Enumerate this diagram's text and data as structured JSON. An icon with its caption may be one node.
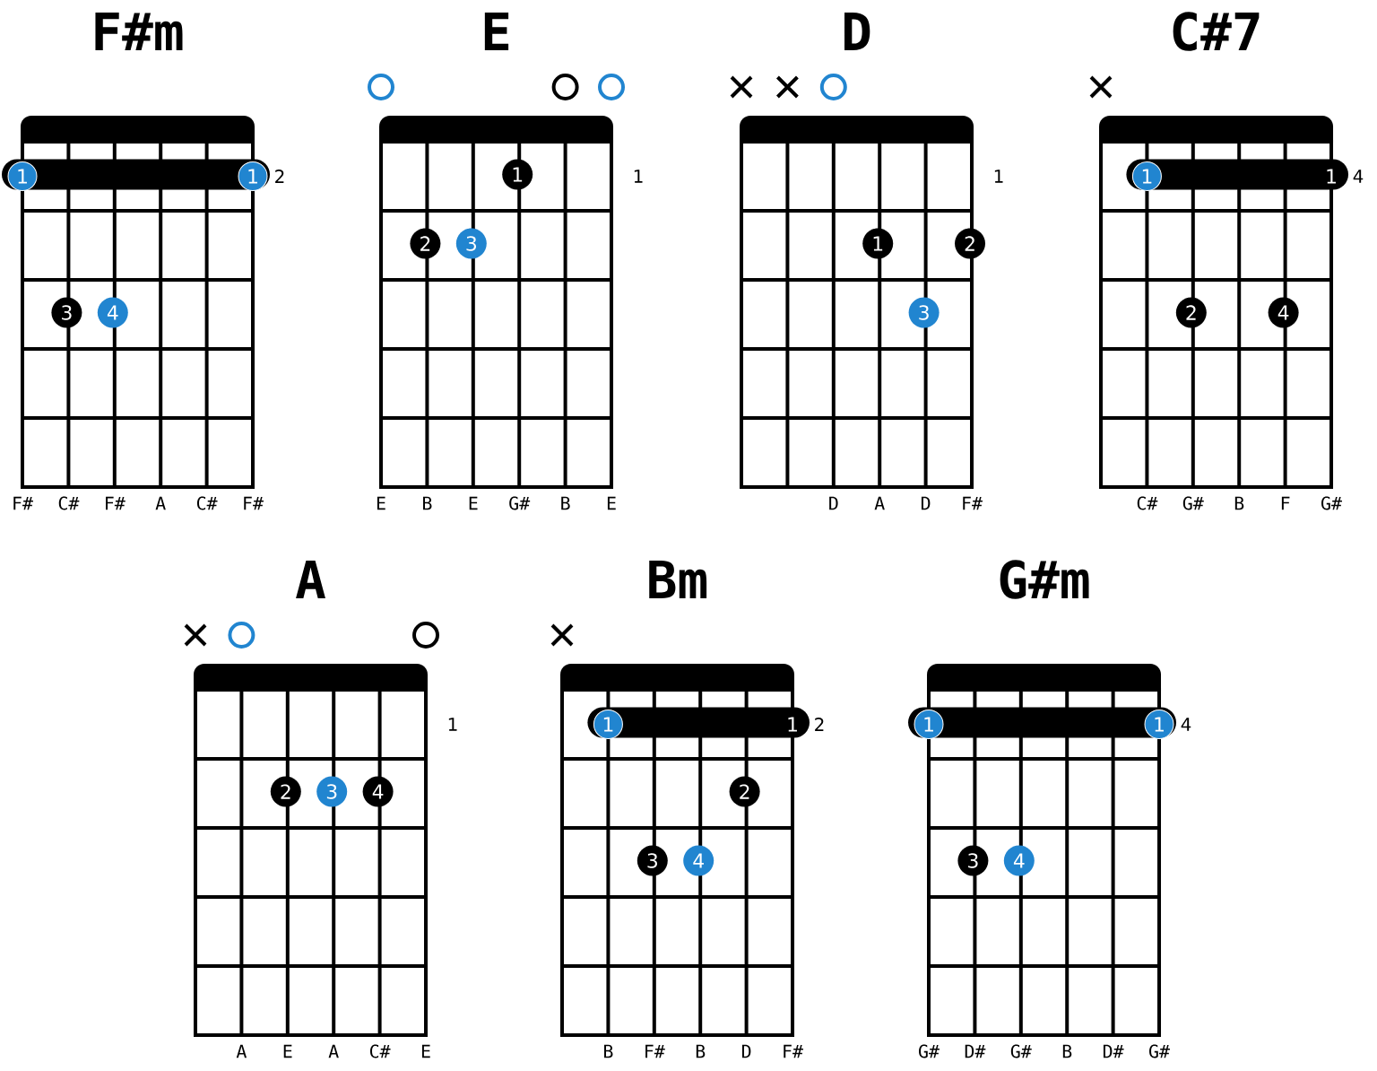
{
  "diagram": {
    "nodes": [
      {
        "text": [],
        "shape": "bar"
      },
      {
        "text": [
          "F#m"
        ]
      },
      {
        "text": [
          "1",
          "1"
        ],
        "in": 1
      },
      {
        "text": [
          "3"
        ],
        "in": 1
      },
      {
        "text": [
          "4"
        ],
        "in": 1
      },
      {
        "text": [],
        "shape": "bar"
      },
      {
        "text": [
          "E"
        ]
      },
      {
        "text": [
          "1"
        ],
        "in": 6
      },
      {
        "text": [
          "2"
        ],
        "in": 6
      },
      {
        "text": [
          "3"
        ],
        "in": 6
      },
      {
        "text": [],
        "shape": "bar"
      },
      {
        "text": [
          "D"
        ]
      },
      {
        "text": [
          "1"
        ],
        "in": 11
      },
      {
        "text": [
          "2"
        ],
        "in": 11
      },
      {
        "text": [
          "3"
        ],
        "in": 11
      },
      {
        "text": [],
        "shape": "bar"
      },
      {
        "text": [
          "C#7"
        ]
      },
      {
        "text": [
          "1",
          "1"
        ],
        "in": 16
      },
      {
        "text": [
          "2"
        ],
        "in": 16
      },
      {
        "text": [
          "4"
        ],
        "in": 16
      },
      {
        "text": [],
        "shape": "bar"
      },
      {
        "text": [
          "A"
        ]
      },
      {
        "text": [
          "2"
        ],
        "in": 21
      },
      {
        "text": [
          "3"
        ],
        "in": 21
      },
      {
        "text": [
          "4"
        ],
        "in": 21
      },
      {
        "text": [],
        "shape": "bar"
      },
      {
        "text": [
          "Bm"
        ]
      },
      {
        "text": [
          "1",
          "1"
        ],
        "in": 26
      },
      {
        "text": [
          "2"
        ],
        "in": 26
      },
      {
        "text": [
          "3"
        ],
        "in": 26
      },
      {
        "text": [
          "4"
        ],
        "in": 26
      },
      {
        "text": [],
        "shape": "bar"
      },
      {
        "text": [
          "G#m"
        ]
      },
      {
        "text": [
          "1",
          "1"
        ],
        "in": 32
      },
      {
        "text": [
          "3"
        ],
        "in": 32
      },
      {
        "text": [
          "4"
        ],
        "in": 32
      }
    ],
    "labels": [
      "2",
      "F#",
      "C#",
      "F#",
      "A",
      "C#",
      "F#",
      "1",
      "E",
      "B",
      "E",
      "G#",
      "B",
      "E",
      "1",
      "D",
      "A",
      "D",
      "F#",
      "4",
      "C#",
      "G#",
      "B",
      "F",
      "G#",
      "1",
      "A",
      "E",
      "A",
      "C#",
      "E",
      "2",
      "B",
      "F#",
      "B",
      "D",
      "F#",
      "4",
      "G#",
      "D#",
      "G#",
      "B",
      "D#",
      "G#"
    ]
  }
}
